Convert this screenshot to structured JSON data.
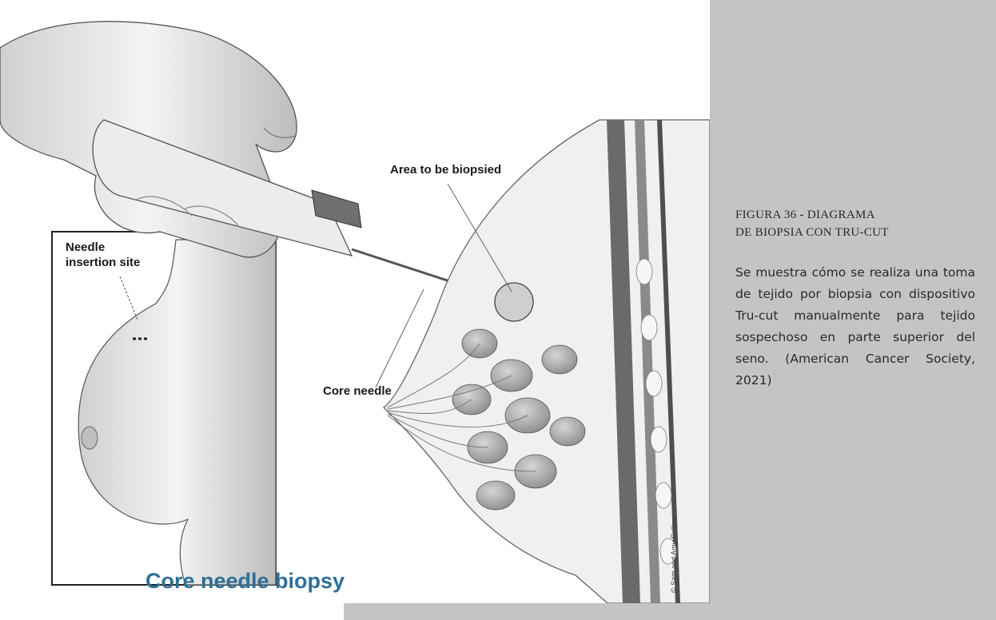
{
  "illustration": {
    "title": "Core needle biopsy",
    "labels": {
      "area": "Area to be biopsied",
      "needle_site_line1": "Needle",
      "needle_site_line2": "insertion site",
      "core_needle": "Core needle"
    },
    "credit": "© Sam and Amy Collins"
  },
  "caption": {
    "title_line1": "FIGURA 36 - DIAGRAMA",
    "title_line2": "DE BIOPSIA CON TRU-CUT",
    "body": "Se muestra cómo se realiza una toma de tejido por biopsia con dispositivo Tru-cut manualmente para tejido sospechoso en parte superior del seno. (American Cancer Society, 2021)"
  }
}
